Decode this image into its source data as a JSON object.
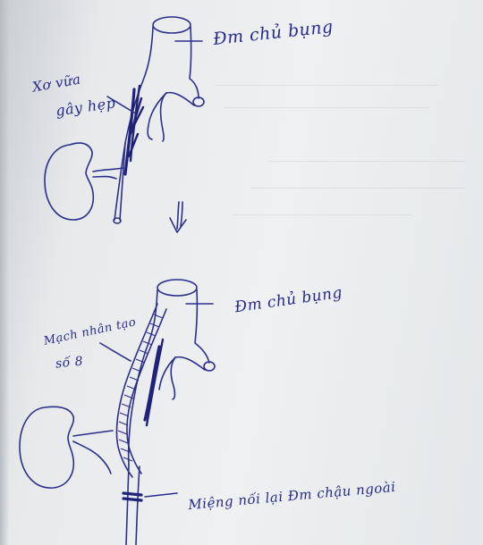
{
  "labels": {
    "top_aorta": "Đm chủ bụng",
    "top_lesion_line1": "Xơ vữa",
    "top_lesion_line2": "gây hẹp",
    "bottom_aorta": "Đm chủ bụng",
    "graft_line1": "Mạch nhân tạo",
    "graft_line2": "số 8",
    "anastomosis": "Miệng nối lại Đm chậu ngoài"
  },
  "arrow_symbol": "↓",
  "colors": {
    "ink": "#2b2f8c",
    "paper": "#eceeef"
  }
}
